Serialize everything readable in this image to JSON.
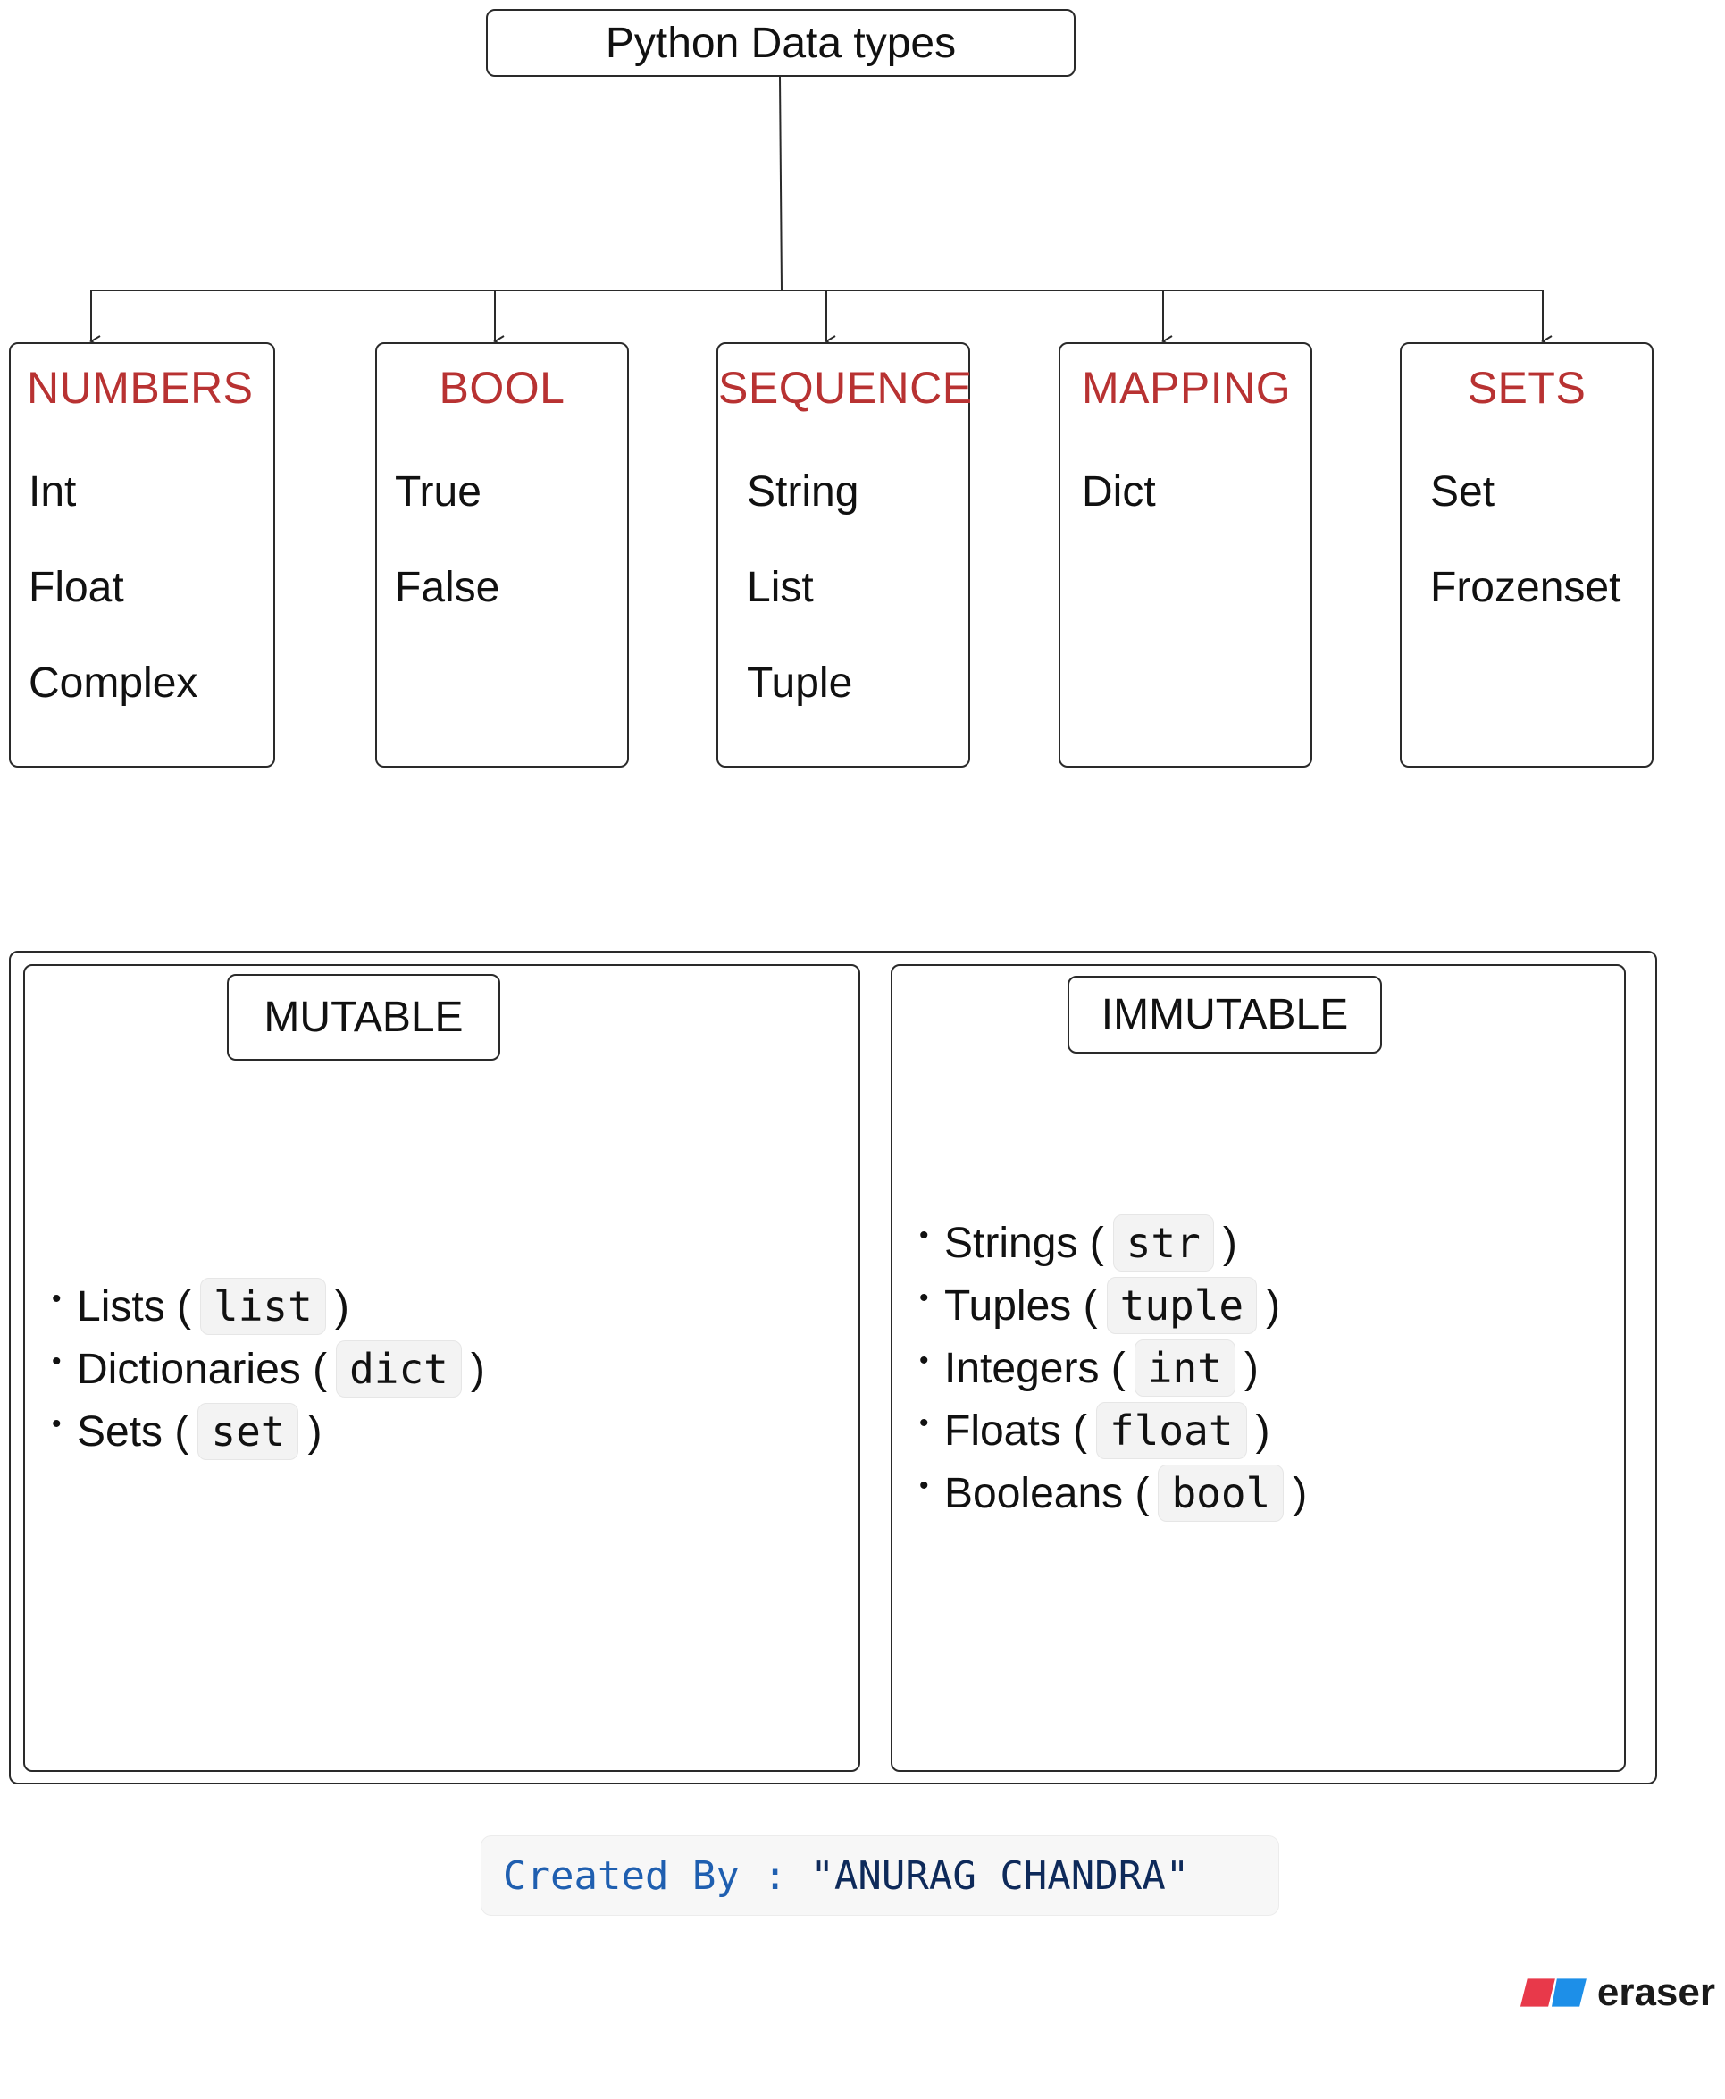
{
  "title": "Python Data types",
  "categories": [
    {
      "heading": "NUMBERS",
      "items": [
        "Int",
        "Float",
        "Complex"
      ]
    },
    {
      "heading": "BOOL",
      "items": [
        "True",
        "False"
      ]
    },
    {
      "heading": "SEQUENCE",
      "items": [
        "String",
        "List",
        "Tuple"
      ]
    },
    {
      "heading": "MAPPING",
      "items": [
        "Dict"
      ]
    },
    {
      "heading": "SETS",
      "items": [
        "Set",
        "Frozenset"
      ]
    }
  ],
  "mutable": {
    "label": "MUTABLE",
    "items": [
      {
        "name": "Lists",
        "code": "list"
      },
      {
        "name": "Dictionaries",
        "code": "dict"
      },
      {
        "name": "Sets",
        "code": "set"
      }
    ]
  },
  "immutable": {
    "label": "IMMUTABLE",
    "items": [
      {
        "name": "Strings",
        "code": "str"
      },
      {
        "name": "Tuples",
        "code": "tuple"
      },
      {
        "name": "Integers",
        "code": "int"
      },
      {
        "name": "Floats",
        "code": "float"
      },
      {
        "name": "Booleans",
        "code": "bool"
      }
    ]
  },
  "credit": {
    "prefix": "Created By :",
    "name": "\"ANURAG CHANDRA\""
  },
  "brand": {
    "name": "eraser"
  },
  "colors": {
    "heading": "#b83232",
    "code_keyword": "#1f5fb0",
    "brand_red": "#e8394a",
    "brand_blue": "#1d8fe8"
  }
}
